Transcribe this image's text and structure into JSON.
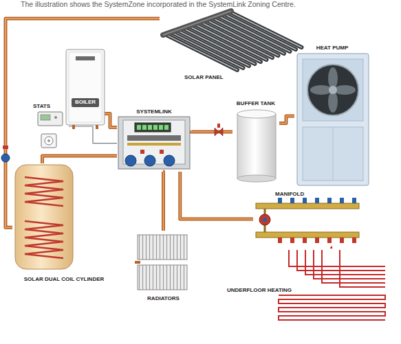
{
  "diagram": {
    "caption": "The illustration shows the SystemZone incorporated in the SystemLink Zoning Centre.",
    "nodes": [
      {
        "text": [
          "SOLAR PANEL"
        ]
      },
      {
        "text": [
          "BOILER"
        ]
      },
      {
        "text": [
          "STATS"
        ]
      },
      {
        "text": [
          "SYSTEMLINK"
        ]
      },
      {
        "text": [
          "BUFFER TANK"
        ]
      },
      {
        "text": [
          "HEAT PUMP"
        ]
      },
      {
        "text": [
          "SOLAR DUAL COIL CYLINDER"
        ]
      },
      {
        "text": [
          "RADIATORS"
        ]
      },
      {
        "text": [
          "MANIFOLD"
        ]
      },
      {
        "text": [
          "UNDERFLOOR HEATING"
        ]
      }
    ],
    "edges": [
      {
        "from": 0,
        "to": 6,
        "arrow": "none"
      },
      {
        "from": 1,
        "to": 3,
        "arrow": "none"
      },
      {
        "from": 2,
        "to": 3,
        "arrow": "none"
      },
      {
        "from": 3,
        "to": 4,
        "arrow": "none"
      },
      {
        "from": 4,
        "to": 5,
        "arrow": "none"
      },
      {
        "from": 3,
        "to": 6,
        "arrow": "none"
      },
      {
        "from": 3,
        "to": 7,
        "arrow": "none"
      },
      {
        "from": 3,
        "to": 8,
        "arrow": "none"
      },
      {
        "from": 8,
        "to": 9,
        "arrow": "none"
      }
    ]
  }
}
